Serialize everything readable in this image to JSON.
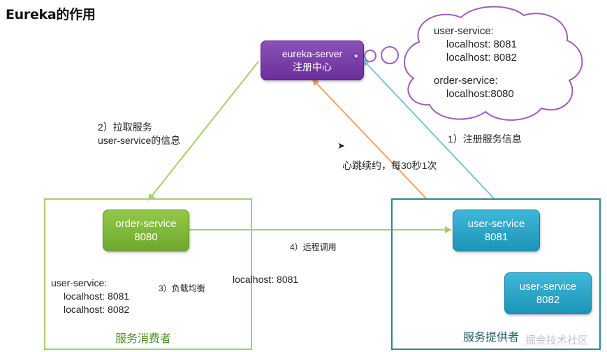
{
  "title": "Eureka的作用",
  "nodes": {
    "eureka": {
      "name": "eureka-server",
      "subtitle": "注册中心"
    },
    "order": {
      "name": "order-service",
      "port": "8080"
    },
    "user1": {
      "name": "user-service",
      "port": "8081"
    },
    "user2": {
      "name": "user-service",
      "port": "8082"
    }
  },
  "cloud": {
    "service1": "user-service:",
    "service1_hosts": [
      "localhost: 8081",
      "localhost: 8082"
    ],
    "service2": "order-service:",
    "service2_hosts": [
      "localhost:8080"
    ]
  },
  "edges": {
    "pull_line1": "2）拉取服务",
    "pull_line2": "user-service的信息",
    "register": "1）注册服务信息",
    "heartbeat": "心跳续约，每30秒1次",
    "remote_call": "4）远程调用",
    "load_balance": "3）负载均衡",
    "selected_host": "localhost: 8081"
  },
  "consumer_cache": {
    "service": "user-service:",
    "hosts": [
      "localhost: 8081",
      "localhost: 8082"
    ]
  },
  "groups": {
    "consumer": "服务消费者",
    "provider": "服务提供者"
  },
  "watermark": "掘金技术社区",
  "colors": {
    "eureka": "#6a2f98",
    "order": "#7db53a",
    "user": "#26a3c7",
    "pull_arrow": "#a6cf6a",
    "register_arrow": "#7cc3d6",
    "heartbeat_arrow": "#f0a46a",
    "call_arrow": "#a6cf6a"
  }
}
